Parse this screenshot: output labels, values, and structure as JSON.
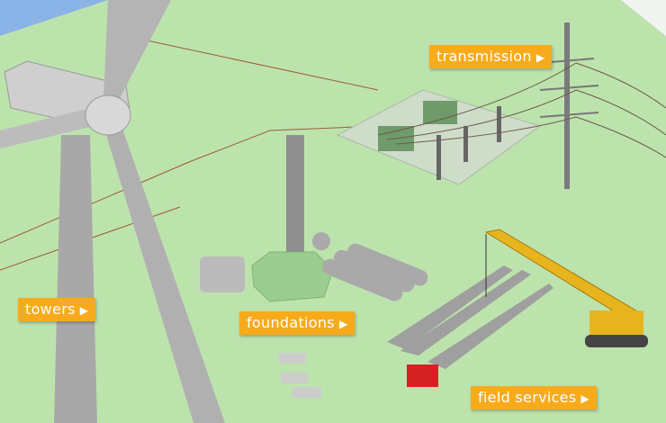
{
  "hotspots": {
    "transmission": {
      "label": "transmission",
      "arrow": "▶"
    },
    "towers": {
      "label": "towers",
      "arrow": "▶"
    },
    "foundations": {
      "label": "foundations",
      "arrow": "▶"
    },
    "field_services": {
      "label": "field services",
      "arrow": "▶"
    }
  },
  "colors": {
    "ground": "#bde3ad",
    "label_bg": "#f7ab1b",
    "water": "#8ab4e8"
  }
}
